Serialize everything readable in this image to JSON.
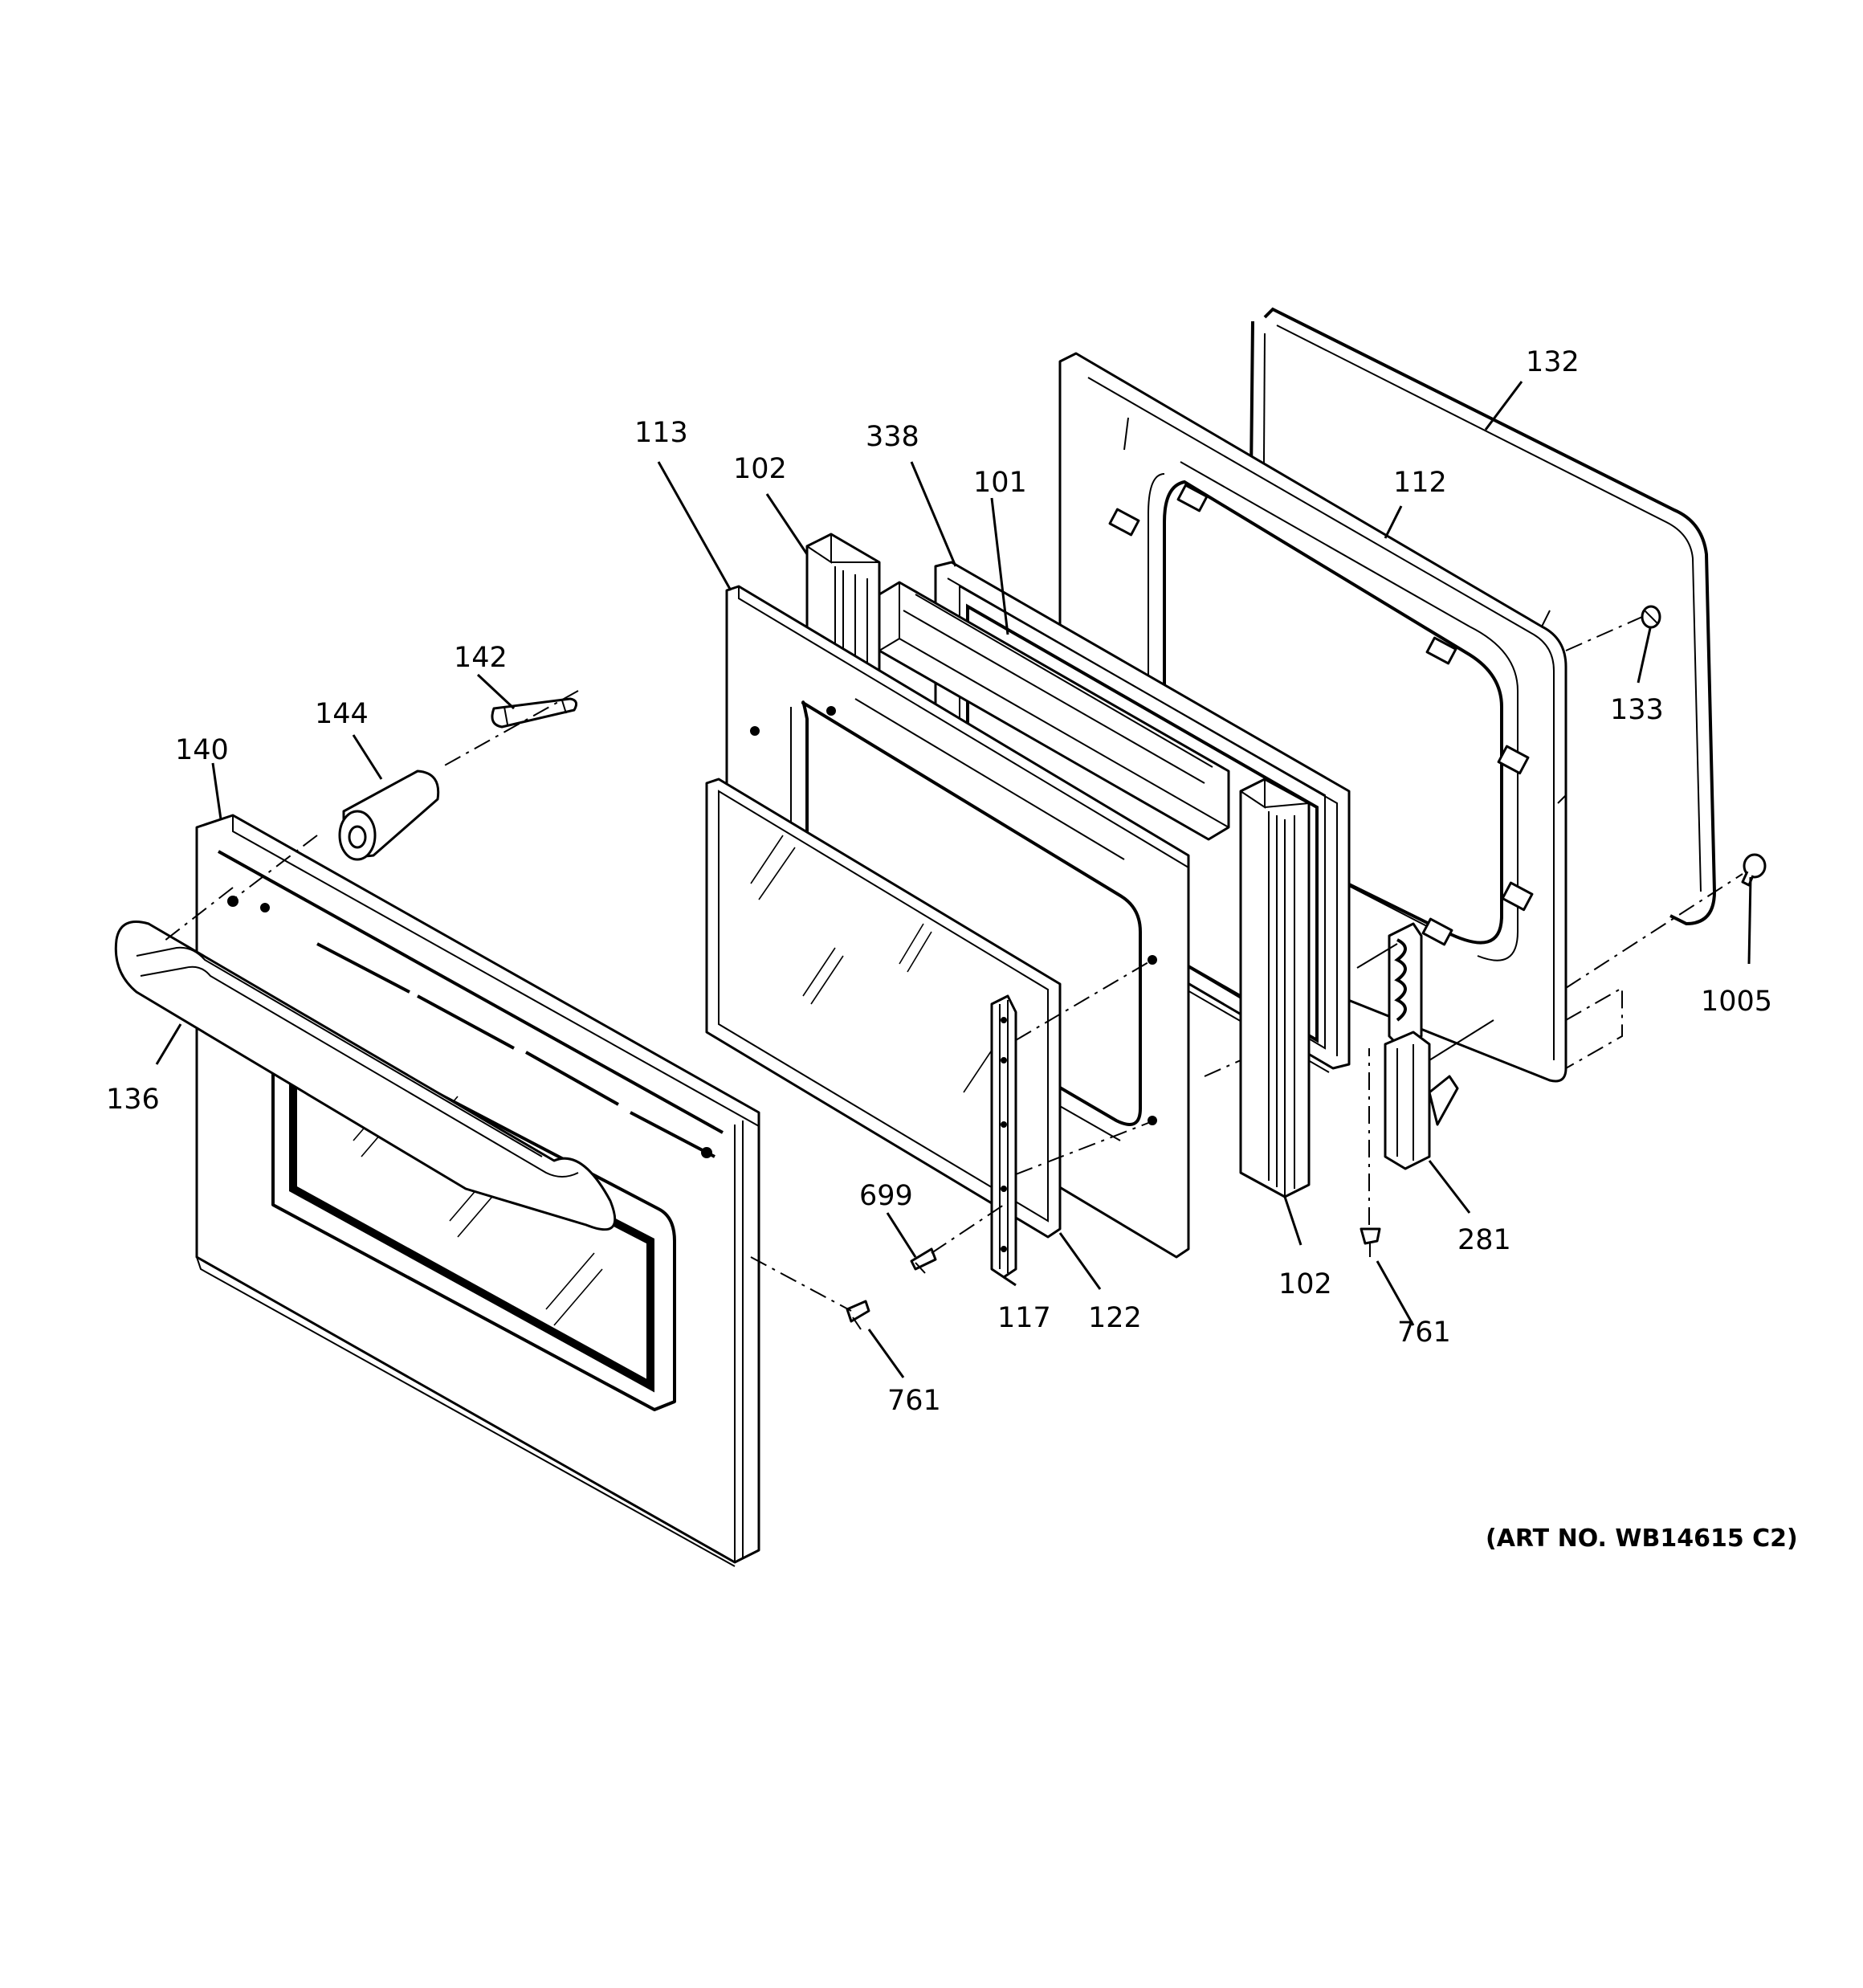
{
  "art_number": "(ART NO. WB14615 C2)",
  "callouts": [
    {
      "id": "c113",
      "label": "113"
    },
    {
      "id": "c102a",
      "label": "102"
    },
    {
      "id": "c338",
      "label": "338"
    },
    {
      "id": "c101",
      "label": "101"
    },
    {
      "id": "c132",
      "label": "132"
    },
    {
      "id": "c112",
      "label": "112"
    },
    {
      "id": "c133",
      "label": "133"
    },
    {
      "id": "c142",
      "label": "142"
    },
    {
      "id": "c144",
      "label": "144"
    },
    {
      "id": "c140",
      "label": "140"
    },
    {
      "id": "c136",
      "label": "136"
    },
    {
      "id": "c1005",
      "label": "1005"
    },
    {
      "id": "c699",
      "label": "699"
    },
    {
      "id": "c281",
      "label": "281"
    },
    {
      "id": "c117",
      "label": "117"
    },
    {
      "id": "c122",
      "label": "122"
    },
    {
      "id": "c102b",
      "label": "102"
    },
    {
      "id": "c761a",
      "label": "761"
    },
    {
      "id": "c761b",
      "label": "761"
    }
  ]
}
